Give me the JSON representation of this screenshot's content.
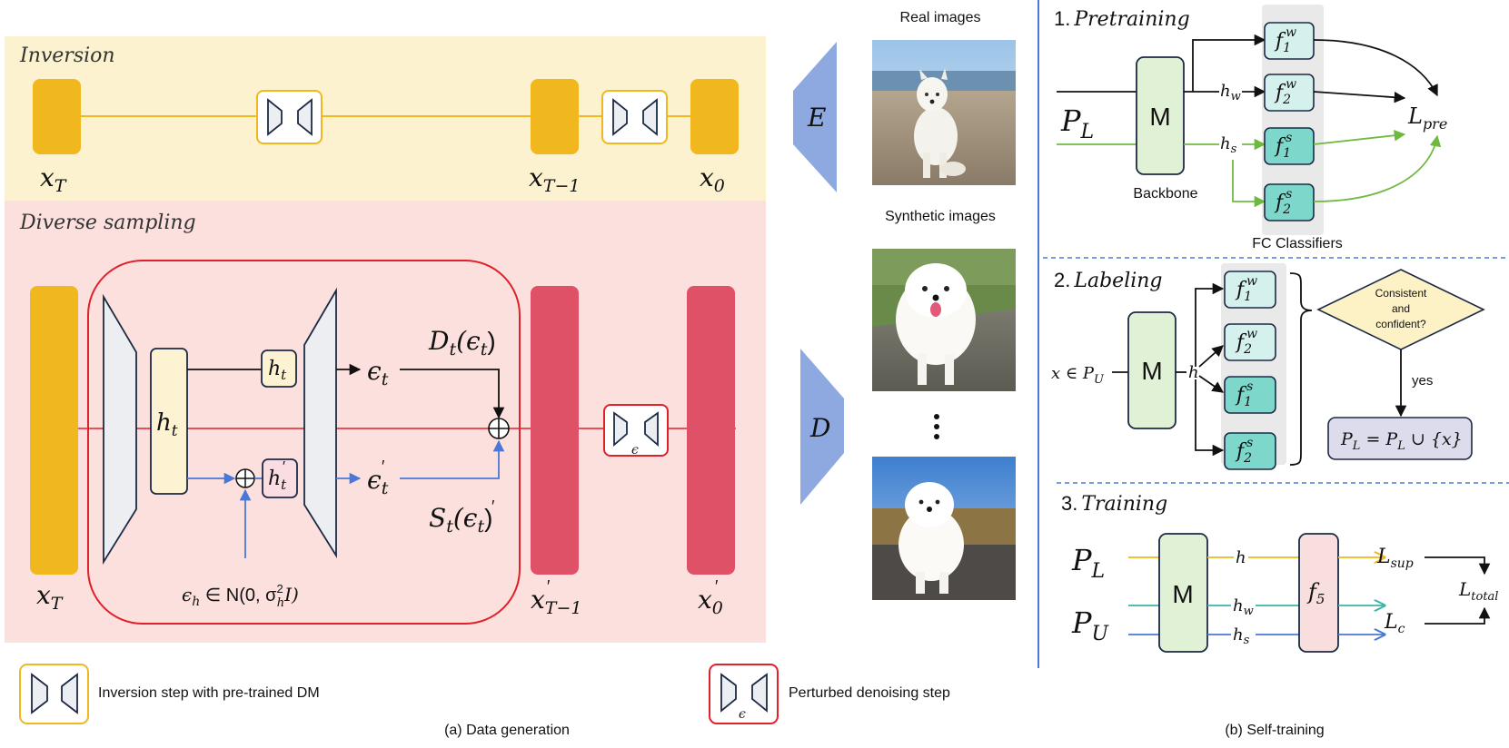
{
  "panel_a": {
    "caption": "(a) Data generation",
    "inversion_title": "Inversion",
    "diverse_title": "Diverse sampling",
    "inv_labels": {
      "xT": "x",
      "xT_sub": "T",
      "xT1": "x",
      "xT1_sub": "T−1",
      "x0": "x",
      "x0_sub": "0"
    },
    "div_labels": {
      "xT": "x",
      "xT_sub": "T",
      "ht_main": "h",
      "ht_main_sub": "t",
      "ht_small": "h",
      "ht_small_sub": "t",
      "ht_prime": "h",
      "ht_prime_sub": "t",
      "eps_t": "ϵ",
      "eps_t_sub": "t",
      "eps_prime": "ϵ",
      "eps_prime_sub": "t",
      "dt": "D",
      "dt_sub": "t",
      "dt_arg": "(ϵ",
      "dt_arg_sub": "t",
      "dt_close": ")",
      "st": "S",
      "st_sub": "t",
      "st_arg": "(ϵ",
      "st_arg_sub": "t",
      "st_close": ")",
      "noise": "ϵ",
      "noise_sub": "h",
      "noise_rest": " ∈ N(0, σ",
      "noise_sup": "2",
      "noise_sub2": "h",
      "noise_end": "I)",
      "xT1p": "x",
      "xT1p_sub": "T−1",
      "x0p": "x",
      "x0p_sub": "0",
      "eps_box": "ϵ"
    },
    "encoder_label": "E",
    "decoder_label": "D",
    "real_images_label": "Real images",
    "synthetic_images_label": "Synthetic images",
    "legend_inversion": "Inversion step with pre-trained DM",
    "legend_perturbed": "Perturbed denoising step",
    "legend_eps": "ϵ"
  },
  "panel_b": {
    "caption": "(b) Self-training",
    "pretraining": {
      "title_num": "1.",
      "title": "Pretraining",
      "input": "P",
      "input_sub": "L",
      "model": "M",
      "backbone_label": "Backbone",
      "hw": "h",
      "hw_sub": "w",
      "hs": "h",
      "hs_sub": "s",
      "classifiers": [
        {
          "f": "f",
          "sub": "1",
          "sup": "w"
        },
        {
          "f": "f",
          "sub": "2",
          "sup": "w"
        },
        {
          "f": "f",
          "sub": "1",
          "sup": "s"
        },
        {
          "f": "f",
          "sub": "2",
          "sup": "s"
        }
      ],
      "fc_label": "FC Classifiers",
      "loss": "L",
      "loss_sub": "pre"
    },
    "labeling": {
      "title_num": "2.",
      "title": "Labeling",
      "input": "x ∈ P",
      "input_sub": "U",
      "model": "M",
      "h": "h",
      "classifiers": [
        {
          "f": "f",
          "sub": "1",
          "sup": "w"
        },
        {
          "f": "f",
          "sub": "2",
          "sup": "w"
        },
        {
          "f": "f",
          "sub": "1",
          "sup": "s"
        },
        {
          "f": "f",
          "sub": "2",
          "sup": "s"
        }
      ],
      "decision_line1": "Consistent",
      "decision_line2": "and",
      "decision_line3": "confident?",
      "yes": "yes",
      "update": "P",
      "update_sub": "L",
      "update_mid": " = P",
      "update_sub2": "L",
      "update_end": " ∪ {x}"
    },
    "training": {
      "title_num": "3.",
      "title": "Training",
      "pl": "P",
      "pl_sub": "L",
      "pu": "P",
      "pu_sub": "U",
      "model": "M",
      "h": "h",
      "hw": "h",
      "hw_sub": "w",
      "hs": "h",
      "hs_sub": "s",
      "f5": "f",
      "f5_sub": "5",
      "lsup": "L",
      "lsup_sub": "sup",
      "lc": "L",
      "lc_sub": "c",
      "ltotal": "L",
      "ltotal_sub": "total"
    }
  },
  "colors": {
    "inversion_bg": "#fcf2cf",
    "diverse_bg": "#fbe0dd",
    "gold": "#f0b81e",
    "red_block": "#df5167",
    "red_line": "#e0202a",
    "blue": "#4a78d6",
    "wedge": "#8ea9e0",
    "green": "#70b940",
    "teal": "#3cb3a8",
    "fc_light": "#d4f1ee",
    "fc_dark": "#7dd8cb",
    "model_fill": "#e1f1d6",
    "f5_fill": "#f8dedc",
    "decision_fill": "#fdf1c6",
    "update_fill": "#dcdcec"
  }
}
